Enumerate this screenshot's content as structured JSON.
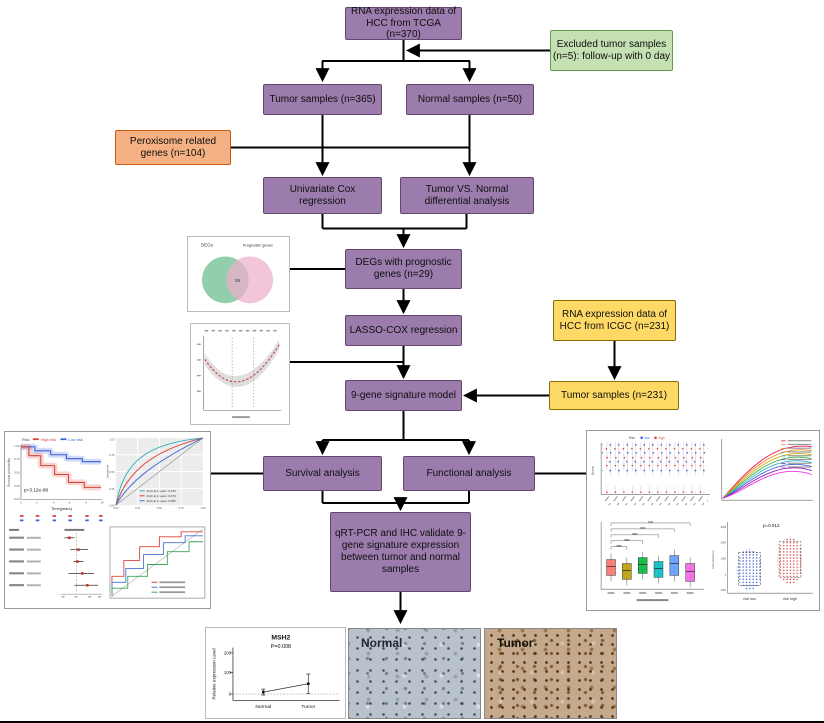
{
  "figure": {
    "flowchart": {
      "tcga": "RNA expression data of HCC from TCGA (n=370)",
      "excluded": "Excluded tumor samples (n=5): follow-up with 0 day",
      "tumor_samples": "Tumor samples (n=365)",
      "normal_samples": "Normal samples (n=50)",
      "peroxisome": "Peroxisome related genes (n=104)",
      "univariate_cox": "Univariate Cox regression",
      "diff_analysis": "Tumor VS. Normal differential analysis",
      "degs": "DEGs with prognostic genes (n=29)",
      "lasso": "LASSO-COX regression",
      "icgc": "RNA expression data of HCC from ICGC (n=231)",
      "signature_model": "9-gene signature model",
      "icgc_tumor": "Tumor samples (n=231)",
      "survival": "Survival analysis",
      "functional": "Functional analysis",
      "validate": "qRT-PCR and IHC validate 9-gene signature expression between tumor and normal samples"
    },
    "venn": {
      "left_label": "DEGs",
      "right_label": "Prognostic genes",
      "overlap_count": "29"
    },
    "km": {
      "legend_title": "Risk",
      "legend_high": "High risk",
      "legend_low": "Low risk",
      "pvalue": "p=3.12e-08",
      "xlabel": "Time(years)",
      "ylabel": "Survival probability",
      "yticks": [
        "1.00",
        "0.75",
        "0.50",
        "0.25",
        "0.00"
      ],
      "xticks": [
        "0",
        "2",
        "4",
        "6",
        "8",
        "10"
      ]
    },
    "roc": {
      "ylabel": "Sensitivity",
      "ticks": [
        "0.00",
        "0.25",
        "0.50",
        "0.75",
        "1.00"
      ],
      "auc1": "AUC at 1 years: 0.760",
      "auc2": "AUC at 2 years: 0.676",
      "auc3": "AUC at 3 years: 0.686"
    },
    "jitter": {
      "legend_title": "Risk",
      "legend_low": "low",
      "legend_high": "high",
      "ylabel": "Score"
    },
    "immune": {
      "pvalue": "p=0.012",
      "ylabel": "ImmuneScore",
      "yticks": [
        "3000",
        "2000",
        "1000",
        "0",
        "-1000"
      ],
      "x_low": "risk low",
      "x_high": "risk high"
    },
    "qpcr": {
      "title": "MSH2",
      "pvalue": "P=0.008",
      "ylabel": "Relative expression Level",
      "yticks": [
        "200",
        "100",
        "0"
      ],
      "x_normal": "Normal",
      "x_tumor": "Tumor"
    },
    "ihc": {
      "normal_label": "Normal",
      "tumor_label": "Tumor"
    },
    "colors": {
      "purple_fill": "#9c7cac",
      "green_fill": "#c5e0b3",
      "orange_fill": "#f5b183",
      "yellow_fill": "#ffd965",
      "high_risk": "#d9443b",
      "low_risk": "#3b5fd9"
    }
  }
}
